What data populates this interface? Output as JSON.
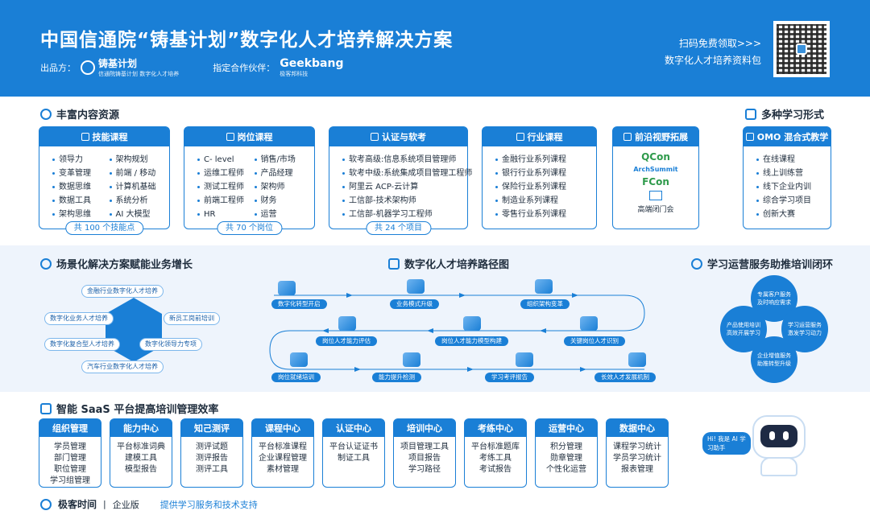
{
  "header": {
    "title": "中国信通院“铸基计划”数字化人才培养解决方案",
    "producer_label": "出品方：",
    "producer_name": "铸基计划",
    "producer_sub": "信通院铸基计划 数字化人才培养",
    "partner_label": "指定合作伙伴：",
    "partner_name": "Geekbang",
    "partner_sub": "极客邦科技",
    "qr_line1": "扫码免费领取>>>",
    "qr_line2": "数字化人才培养资料包"
  },
  "content": {
    "title": "丰富内容资源",
    "cards": [
      {
        "title": "技能课程",
        "items": [
          "领导力",
          "架构规划",
          "变革管理",
          "前端 / 移动",
          "数据思维",
          "计算机基础",
          "数据工具",
          "系统分析",
          "架构思维",
          "AI 大模型"
        ],
        "pill": "共 100 个技能点"
      },
      {
        "title": "岗位课程",
        "items": [
          "C- level",
          "销售/市场",
          "运维工程师",
          "产品经理",
          "测试工程师",
          "架构师",
          "前端工程师",
          "财务",
          "HR",
          "运营"
        ],
        "pill": "共 70 个岗位"
      },
      {
        "title": "认证与软考",
        "items": [
          "软考高级:信息系统项目管理师",
          "软考中级:系统集成项目管理工程师",
          "阿里云 ACP-云计算",
          "工信部-技术架构师",
          "工信部-机器学习工程师"
        ],
        "pill": "共 24 个项目"
      },
      {
        "title": "行业课程",
        "items": [
          "金融行业系列课程",
          "银行行业系列课程",
          "保险行业系列课程",
          "制造业系列课程",
          "零售行业系列课程"
        ]
      },
      {
        "title": "前沿视野拓展",
        "logos": [
          "QCon",
          "ArchSummit",
          "FCon"
        ],
        "footer": "高端闭门会"
      }
    ]
  },
  "learning": {
    "title": "多种学习形式",
    "card_title": "OMO 混合式教学",
    "items": [
      "在线课程",
      "线上训练营",
      "线下企业内训",
      "综合学习项目",
      "创新大赛"
    ]
  },
  "scenario": {
    "title": "场景化解决方案赋能业务增长",
    "tags": [
      "金融行业数字化人才培养",
      "数字化业务人才培养",
      "新员工岗前培训",
      "数字化复合型人才培养",
      "数字化领导力专项",
      "汽车行业数字化人才培养"
    ]
  },
  "path": {
    "title": "数字化人才培养路径图",
    "nodes": [
      "数字化转型开启",
      "业务模式升级",
      "组织架构变革",
      "关键岗位人才识别",
      "岗位人才能力模型构建",
      "岗位人才能力评估",
      "岗位就绪培训",
      "能力提升检测",
      "学习考评报告",
      "长效人才发展机制"
    ]
  },
  "ops": {
    "title": "学习运营服务助推培训闭环",
    "petals": [
      "专属客户服务 及时响应需求",
      "学习运营服务 激发学习动力",
      "企业增值服务 助推转型升级",
      "产品使用培训 高效开展学习"
    ]
  },
  "saas": {
    "title": "智能 SaaS 平台提高培训管理效率",
    "cards": [
      {
        "title": "组织管理",
        "items": [
          "学员管理",
          "部门管理",
          "职位管理",
          "学习组管理"
        ]
      },
      {
        "title": "能力中心",
        "items": [
          "平台标准词典",
          "建模工具",
          "模型报告"
        ]
      },
      {
        "title": "知己测评",
        "items": [
          "测评试题",
          "测评报告",
          "测评工具"
        ]
      },
      {
        "title": "课程中心",
        "items": [
          "平台标准课程",
          "企业课程管理",
          "素材管理"
        ]
      },
      {
        "title": "认证中心",
        "items": [
          "平台认证证书",
          "制证工具"
        ]
      },
      {
        "title": "培训中心",
        "items": [
          "项目管理工具",
          "项目报告",
          "学习路径"
        ]
      },
      {
        "title": "考练中心",
        "items": [
          "平台标准题库",
          "考练工具",
          "考试报告"
        ]
      },
      {
        "title": "运营中心",
        "items": [
          "积分管理",
          "勋章管理",
          "个性化运营"
        ]
      },
      {
        "title": "数据中心",
        "items": [
          "课程学习统计",
          "学员学习统计",
          "报表管理"
        ]
      }
    ],
    "bubble": "Hi! 我是 AI 学习助手"
  },
  "footer": {
    "brand": "极客时间",
    "edition": "企业版",
    "tagline": "提供学习服务和技术支持"
  },
  "colors": {
    "primary": "#1a7fd6",
    "band": "#eef4fc"
  }
}
